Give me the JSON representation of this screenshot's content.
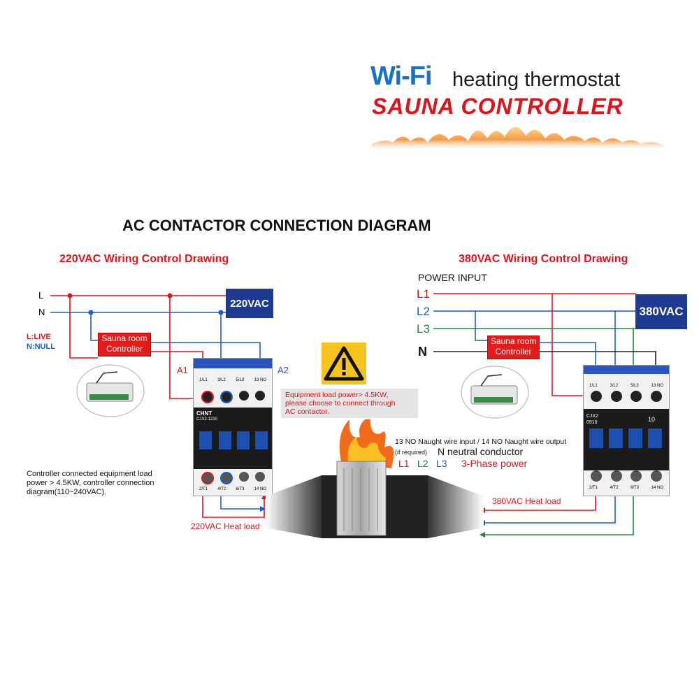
{
  "header": {
    "wifi": "Wi-Fi",
    "thermostat": "heating thermostat",
    "sauna_controller": "SAUNA CONTROLLER"
  },
  "title": "AC CONTACTOR CONNECTION DIAGRAM",
  "left": {
    "heading": "220VAC Wiring Control Drawing",
    "line_l": "L",
    "line_n": "N",
    "voltage": "220VAC",
    "legend_live": "L:LIVE",
    "legend_null": "N:NULL",
    "controller": [
      "Sauna room",
      "Controller"
    ],
    "coil_a1": "A1",
    "coil_a2": "A2",
    "contactor_brand": "CHNT",
    "contactor_model": "CJX2-1210",
    "top_terminals": [
      "1/L1",
      "3/L2",
      "5/L3",
      "13 NO"
    ],
    "bottom_terminals": [
      "2/T1",
      "4/T2",
      "6/T3",
      "14 NO"
    ],
    "note": [
      "Controller connected equipment load",
      "power > 4.5KW, controller connection",
      "diagram(110~240VAC)."
    ],
    "load": "220VAC Heat load"
  },
  "warning": {
    "icon": "warning-triangle-icon",
    "text": [
      "Equipment load power> 4.5KW,",
      "please choose to connect through",
      "AC contactor."
    ]
  },
  "center": {
    "note_line1": "13 NO Naught wire input / 14 NO Naught wire output",
    "note_if": "(if required)",
    "note_n": "N neutral conductor",
    "phases": [
      "L1",
      "L2",
      "L3"
    ],
    "phase_power": "3-Phase power"
  },
  "right": {
    "heading": "380VAC Wiring Control Drawing",
    "power_input": "POWER INPUT",
    "lines": [
      "L1",
      "L2",
      "L3",
      "N"
    ],
    "voltage": "380VAC",
    "controller": [
      "Sauna room",
      "Controller"
    ],
    "contactor_model": "CJX2 0910",
    "contactor_rating": "10",
    "top_terminals": [
      "1/L1",
      "3/L2",
      "5/L3",
      "13 NO"
    ],
    "bottom_terminals": [
      "2/T1",
      "4/T2",
      "6/T3",
      "14 NO"
    ],
    "load": "380VAC Heat load"
  },
  "colors": {
    "red": "#e0121a",
    "blue": "#1a5fc9",
    "green": "#1e8a3a",
    "navy": "#1f3a93",
    "contactor_blue": "#1d4fb0"
  }
}
